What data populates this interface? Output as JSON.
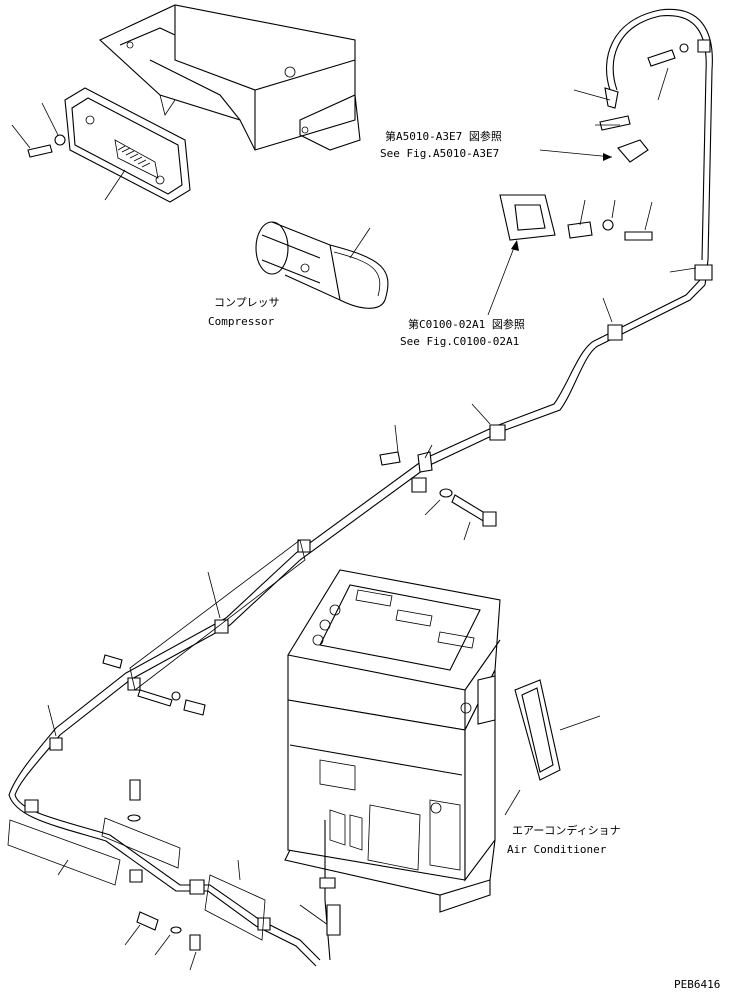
{
  "labels": {
    "ref1_jp": "第A5010-A3E7 図参照",
    "ref1_en": "See Fig.A5010-A3E7",
    "ref2_jp": "第C0100-02A1 図参照",
    "ref2_en": "See Fig.C0100-02A1",
    "compressor_jp": "コンプレッサ",
    "compressor_en": "Compressor",
    "aircon_jp": "エアーコンディショナ",
    "aircon_en": "Air Conditioner",
    "drawing_code": "PEB6416"
  }
}
